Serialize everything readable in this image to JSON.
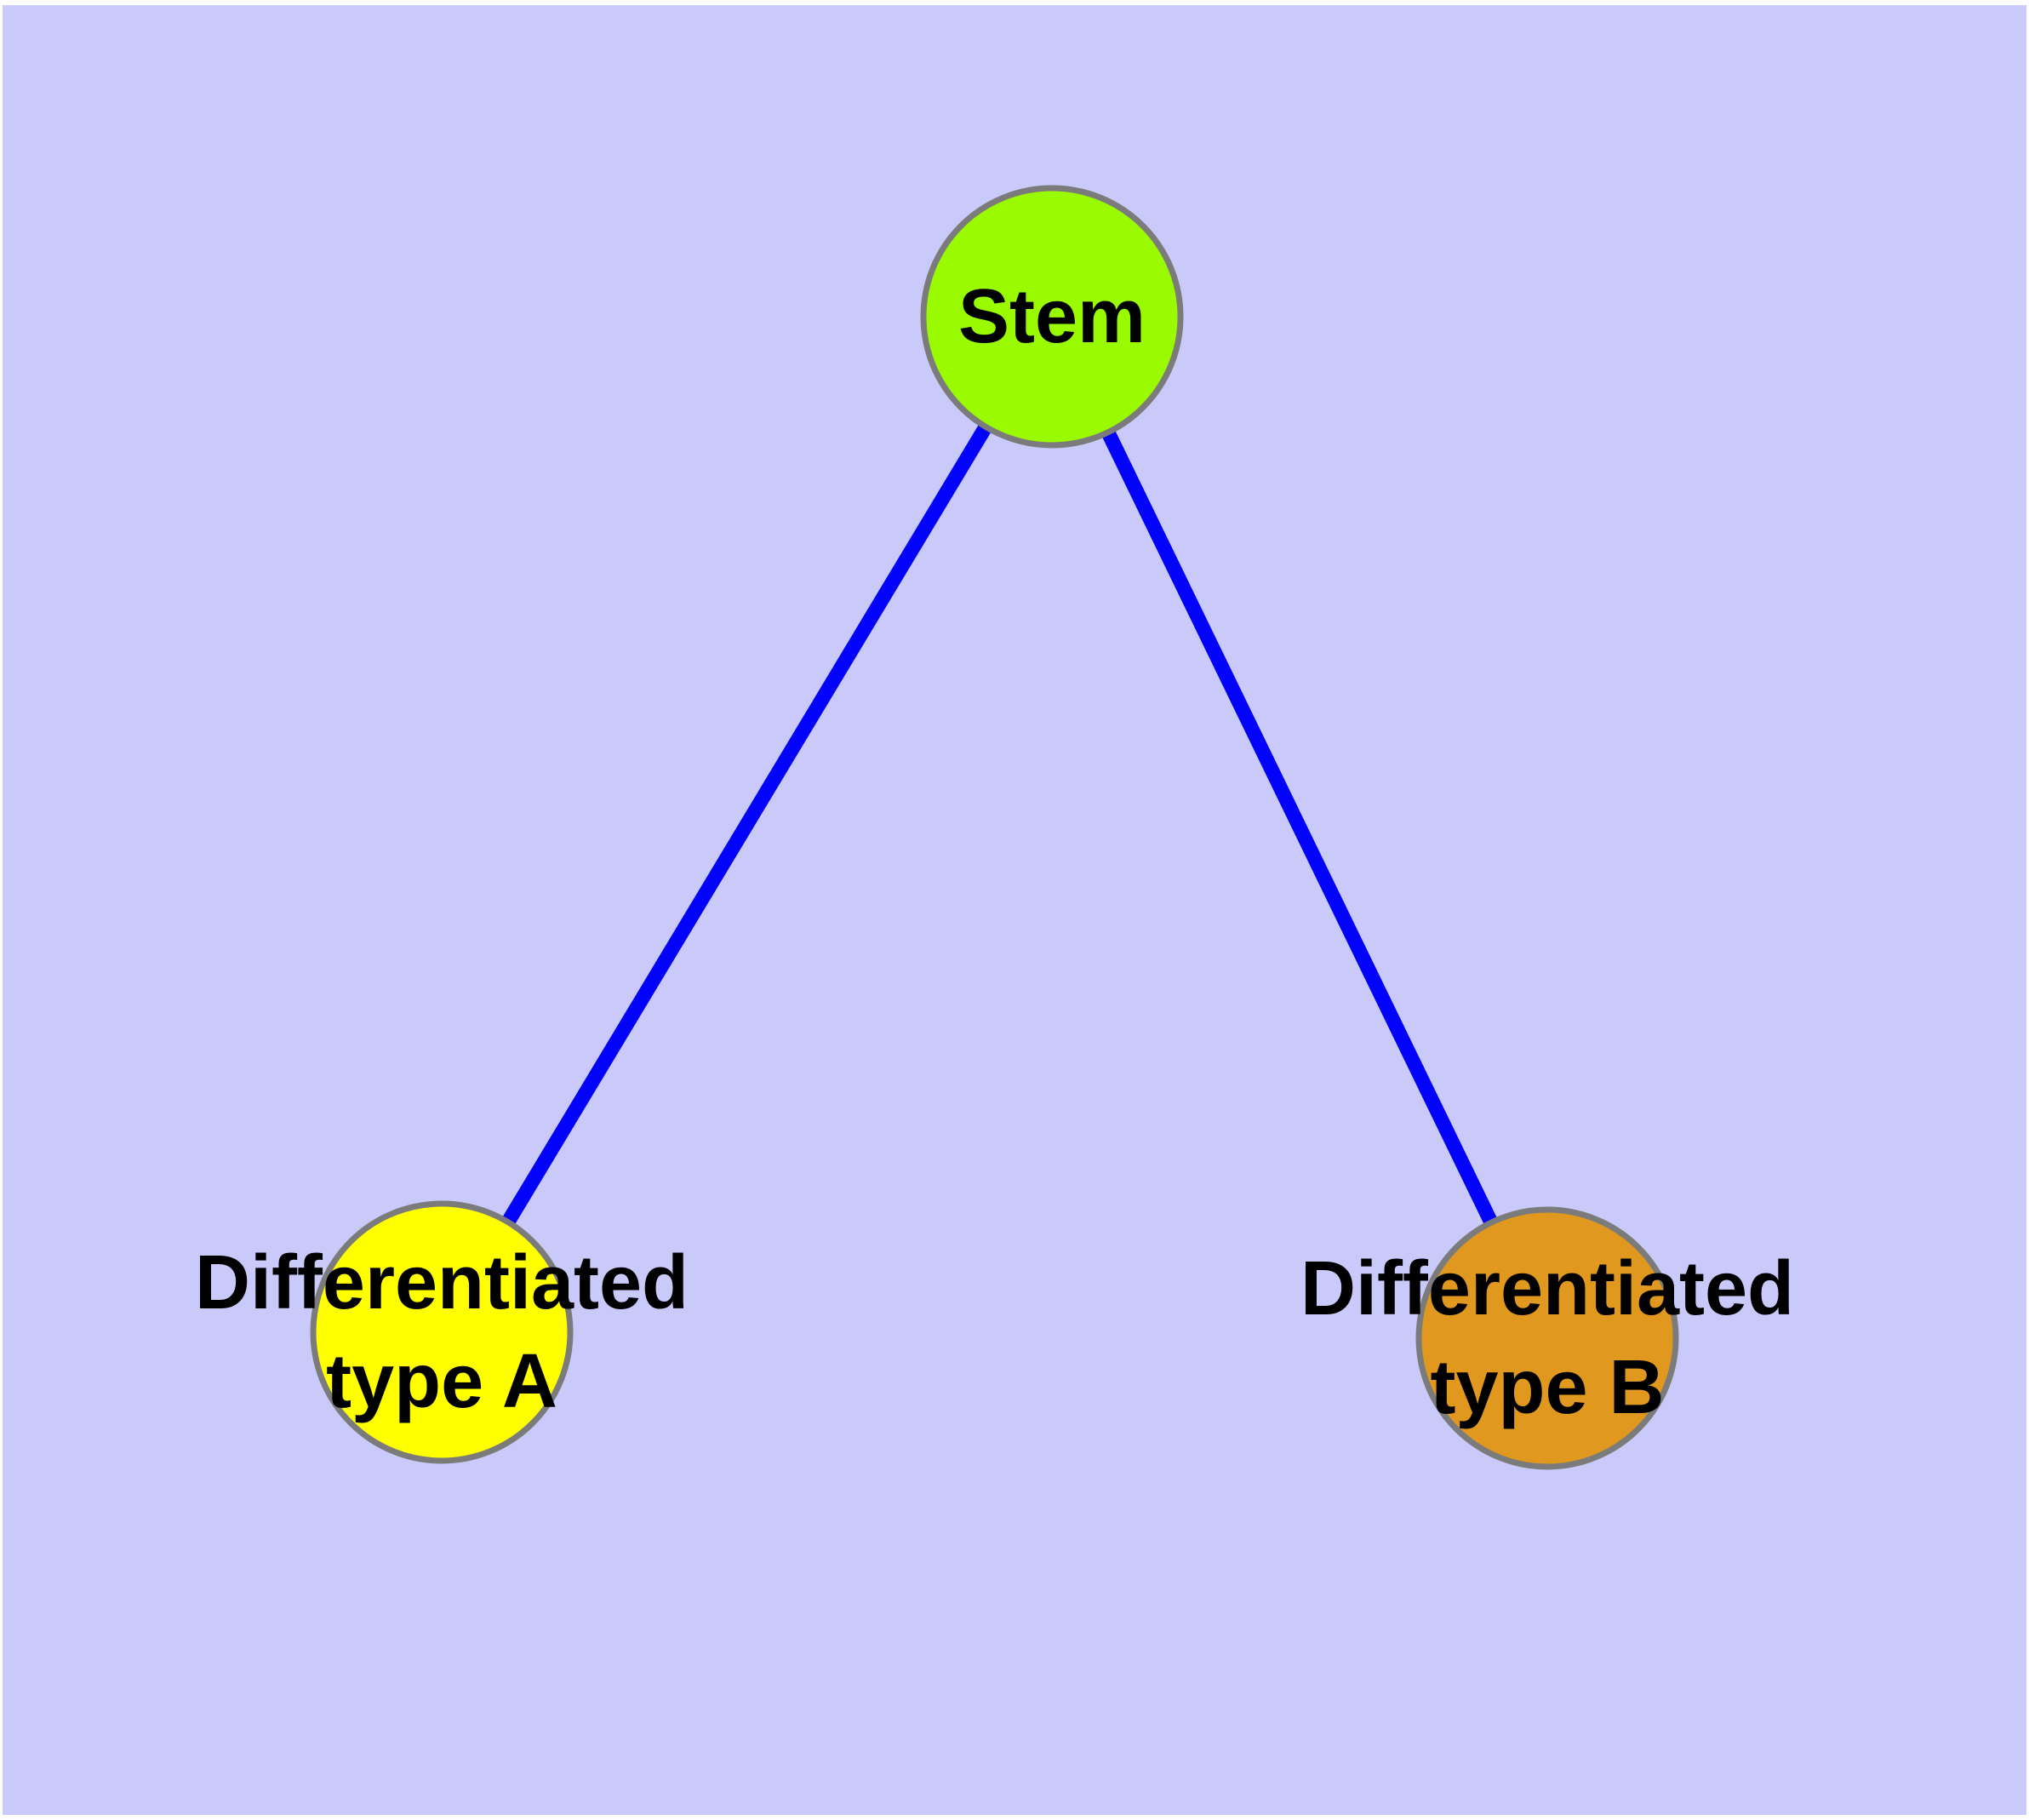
{
  "figure": {
    "background_color": "#cacafa",
    "frame_color": "#ffffff",
    "edge_color": "#0202fa",
    "node_border_color": "#7b7b7b",
    "text_color": "#000000"
  },
  "nodes": {
    "stem": {
      "label": "Stem",
      "fill": "#9afb00"
    },
    "type_a": {
      "label_line1": "Differentiated",
      "label_line2": "type A",
      "fill": "#ffff00"
    },
    "type_b": {
      "label_line1": "Differentiated",
      "label_line2": "type B",
      "fill": "#e0981e"
    }
  },
  "edges": [
    {
      "from": "stem",
      "to": "type_a"
    },
    {
      "from": "stem",
      "to": "type_b"
    }
  ]
}
